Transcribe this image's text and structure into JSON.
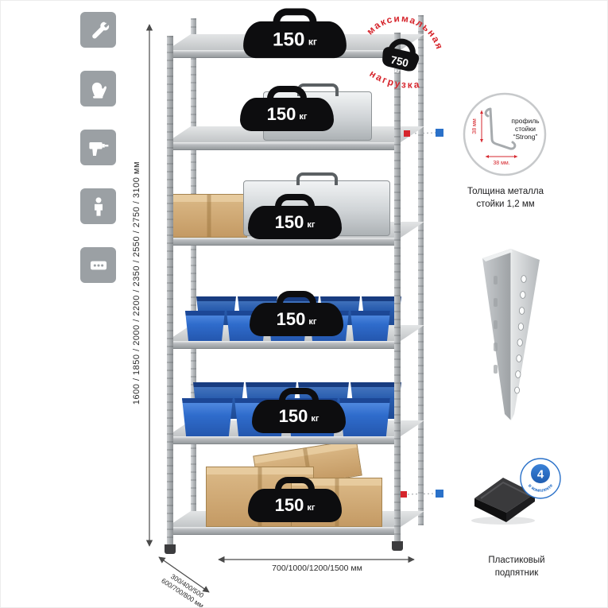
{
  "stamp": {
    "arc_top": "максимальная",
    "arc_bottom": "нагрузка",
    "value": "750",
    "unit": "кг"
  },
  "shelves": [
    {
      "load": "150",
      "unit": "кг"
    },
    {
      "load": "150",
      "unit": "кг"
    },
    {
      "load": "150",
      "unit": "кг"
    },
    {
      "load": "150",
      "unit": "кг"
    },
    {
      "load": "150",
      "unit": "кг"
    },
    {
      "load": "150",
      "unit": "кг"
    }
  ],
  "dimensions": {
    "height": "1600 / 1850 / 2000 / 2200 / 2350 / 2550 / 2750 / 3100 мм",
    "depth_line1": "300/400/500",
    "depth_line2": "600/700/800 мм",
    "width": "700/1000/1200/1500 мм"
  },
  "profile": {
    "line1": "профиль",
    "line2": "стойки",
    "line3": "“Strong”",
    "dim_vertical": "38 мм",
    "dim_horizontal": "38 мм.",
    "caption1": "Толщина металла",
    "caption2": "стойки 1,2 мм"
  },
  "foot": {
    "badge_value": "4",
    "badge_text": "в комплекте",
    "caption1": "Пластиковый",
    "caption2": "подпятник"
  },
  "colors": {
    "accent_red": "#d6252c",
    "accent_blue": "#2a71c9",
    "metal_gray": "#a6aaad"
  }
}
